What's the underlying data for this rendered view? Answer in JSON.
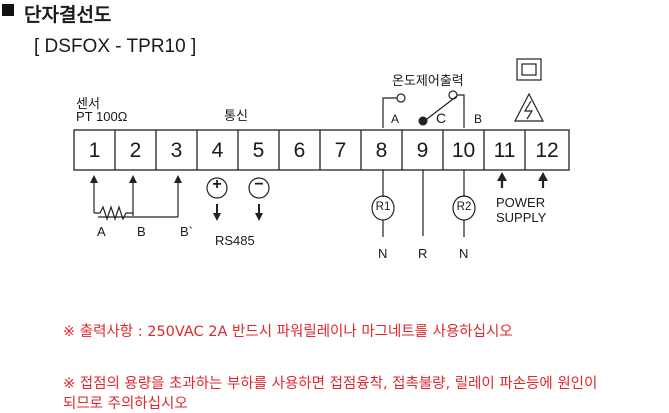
{
  "title": "단자결선도",
  "model": "[ DSFOX - TPR10 ]",
  "labels": {
    "sensor": "센서",
    "sensor_type": "PT 100Ω",
    "comm": "통신",
    "output": "온도제어출력",
    "rs485": "RS485",
    "power": "POWER",
    "supply": "SUPPLY",
    "plus": "+",
    "minus": "−",
    "r1": "R1",
    "r2": "R2",
    "relay_a": "A",
    "relay_c": "C",
    "relay_b": "B",
    "sensor_a": "A",
    "sensor_b": "B",
    "sensor_b2": "B`",
    "n1": "N",
    "r": "R",
    "n2": "N"
  },
  "terminals": [
    "1",
    "2",
    "3",
    "4",
    "5",
    "6",
    "7",
    "8",
    "9",
    "10",
    "11",
    "12"
  ],
  "notes": {
    "line1": "※ 출력사항 : 250VAC 2A 반드시 파워릴레이나 마그네트를 사용하십시오",
    "line2": "※ 접점의 용량을 초과하는 부하를 사용하면 접점융착, 접촉불량, 릴레이 파손등에 원인이",
    "line3": "되므로 주의하십시오"
  },
  "colors": {
    "note": "#e3262e",
    "line": "#222222"
  }
}
